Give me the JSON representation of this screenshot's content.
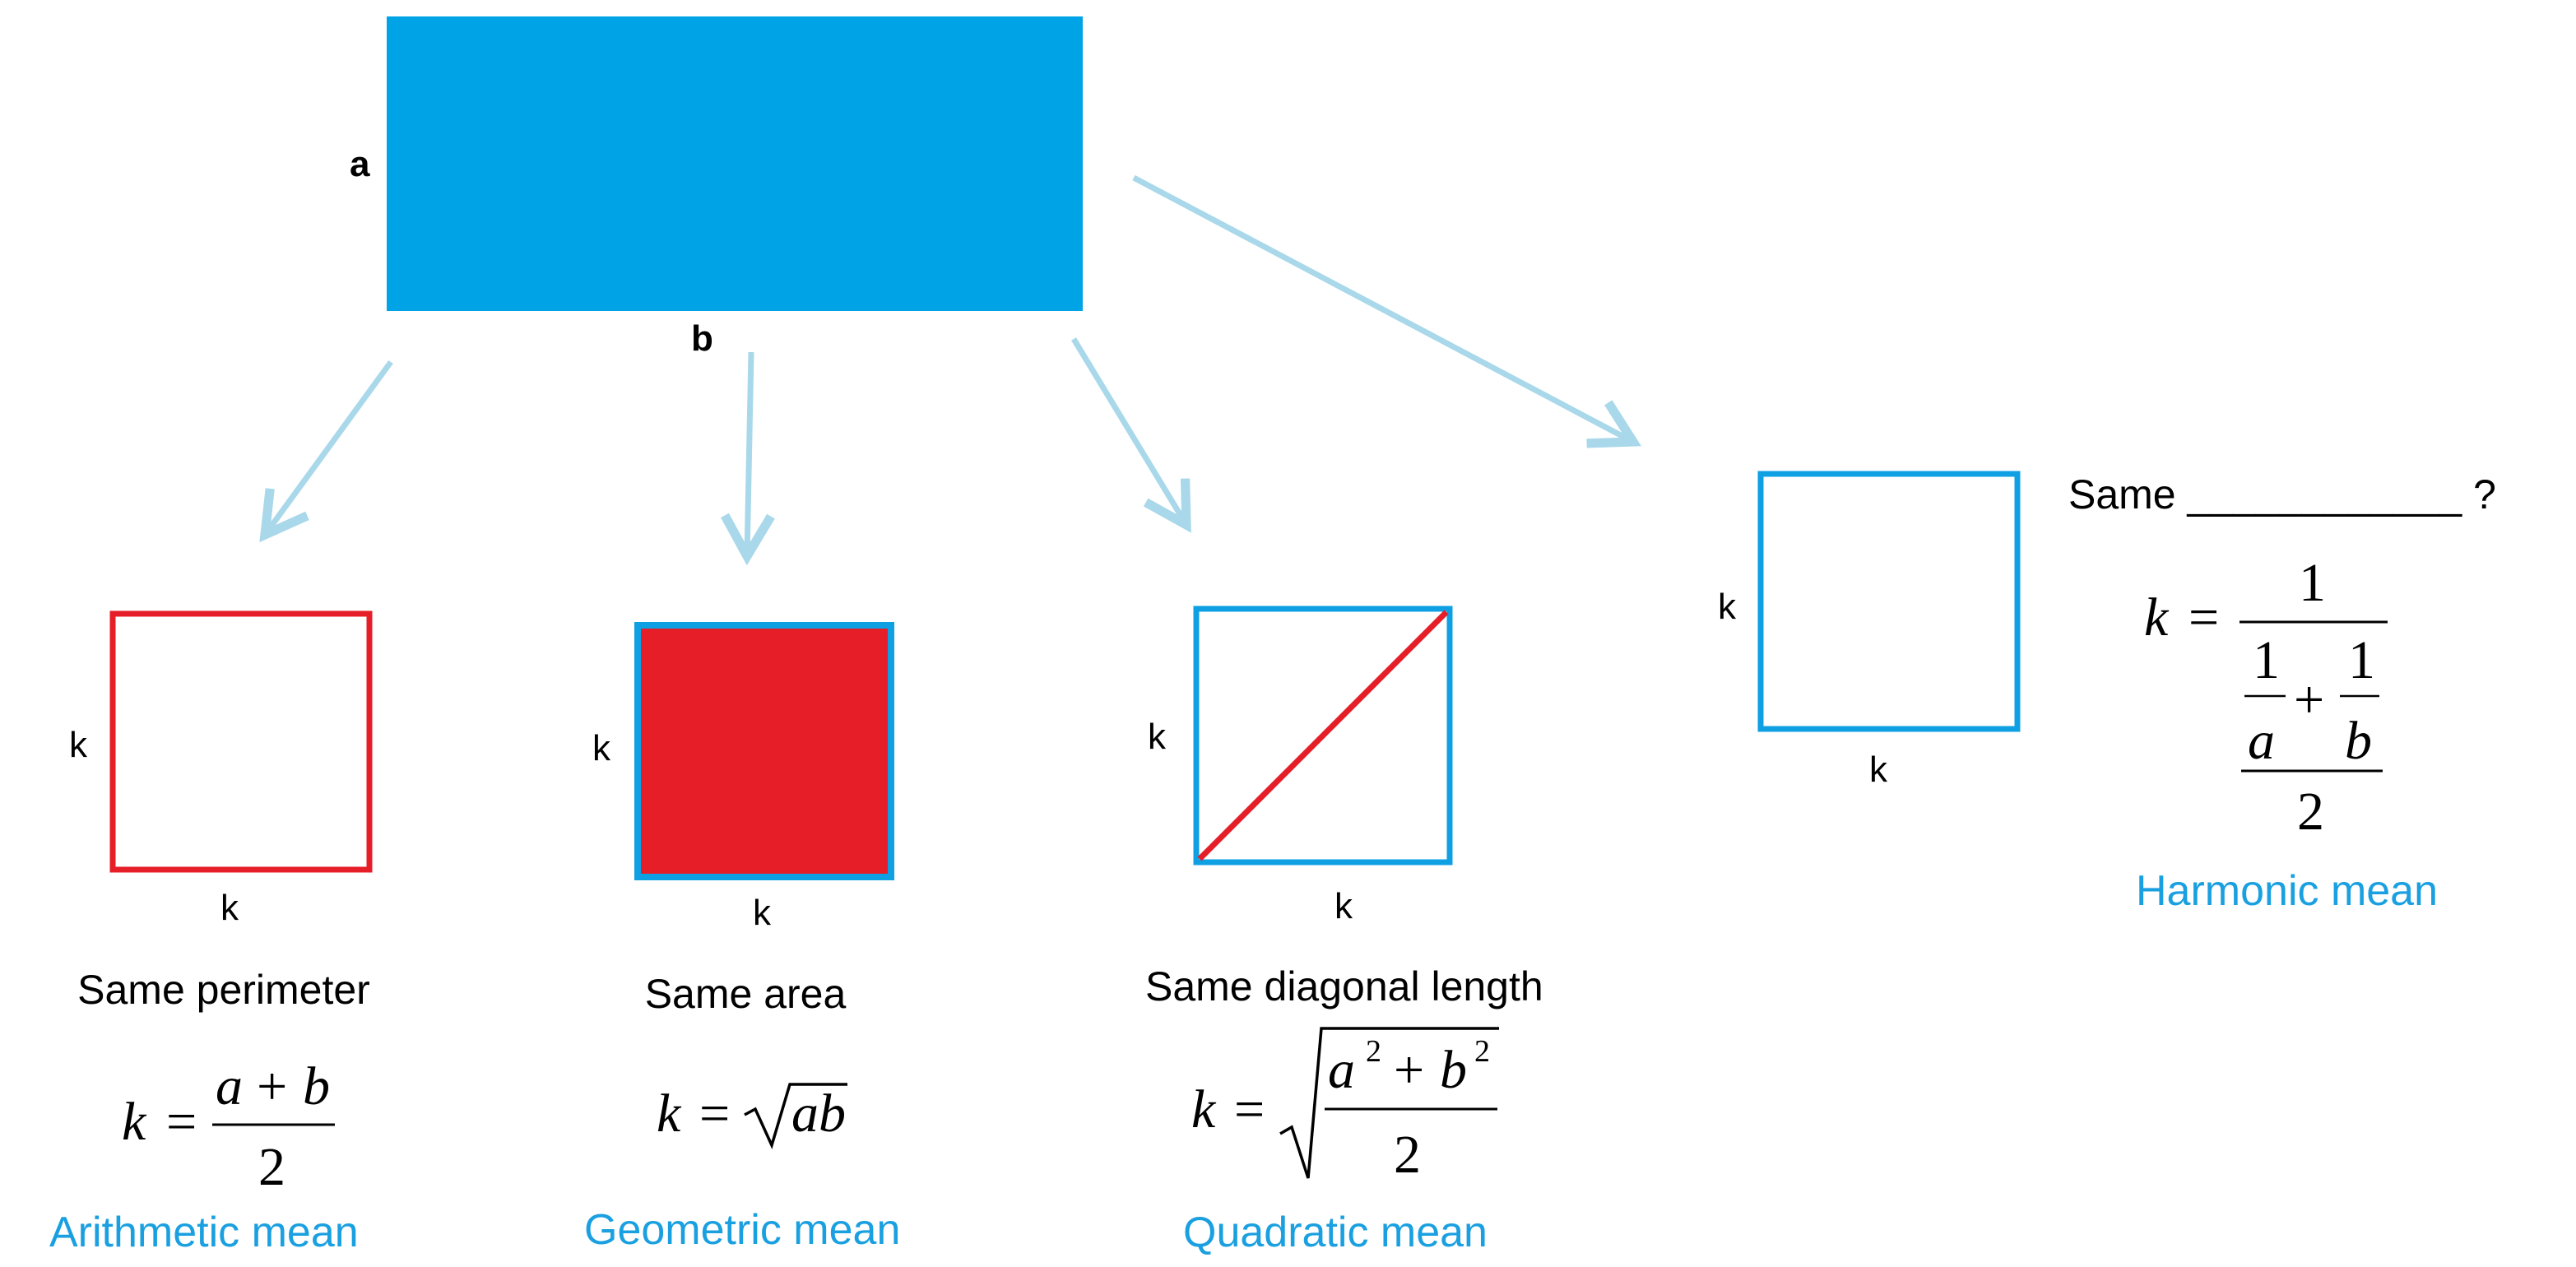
{
  "colors": {
    "rect_fill": "#00a3e6",
    "square_blue": "#0fa0e4",
    "square_red": "#e61e28",
    "arrow": "#a8d8ea",
    "mean_text": "#1aa0e0"
  },
  "rectangle": {
    "side_a": "a",
    "side_b": "b"
  },
  "square_side": "k",
  "arithmetic": {
    "caption": "Same perimeter",
    "mean": "Arithmetic mean",
    "formula": {
      "lhs": "k",
      "eq": "=",
      "num_a": "a",
      "plus": "+",
      "num_b": "b",
      "den": "2"
    }
  },
  "geometric": {
    "caption": "Same area",
    "mean": "Geometric mean",
    "formula": {
      "lhs": "k",
      "eq": "=",
      "radicand": "ab"
    }
  },
  "quadratic": {
    "caption": "Same diagonal length",
    "mean": "Quadratic mean",
    "formula": {
      "lhs": "k",
      "eq": "=",
      "a": "a",
      "b": "b",
      "exp": "2",
      "plus": "+",
      "den": "2"
    }
  },
  "harmonic": {
    "caption": "Same ____________ ?",
    "mean": "Harmonic mean",
    "formula": {
      "lhs": "k",
      "eq": "=",
      "one": "1",
      "plus": "+",
      "a": "a",
      "b": "b",
      "den": "2"
    }
  }
}
